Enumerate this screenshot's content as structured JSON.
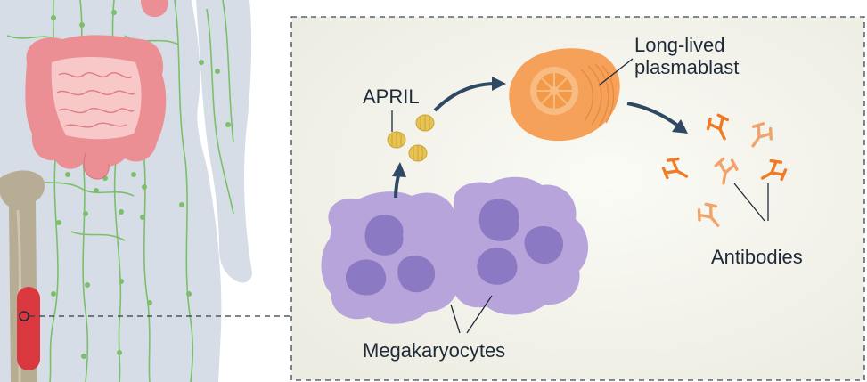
{
  "labels": {
    "april": "APRIL",
    "plasmablast_line1": "Long-lived",
    "plasmablast_line2": "plasmablast",
    "antibodies": "Antibodies",
    "megakaryocytes": "Megakaryocytes"
  },
  "colors": {
    "body_silhouette": "#d6dde6",
    "lymphatics": "#7cbf6a",
    "intestine": "#ec8f95",
    "bone": "#b7ad94",
    "marrow": "#d9383f",
    "inset_background": "#f3f3eb",
    "megakaryocyte": "#b7a4db",
    "megakaryocyte_nucleus": "#8c79c3",
    "april": "#e7c451",
    "plasmablast": "#f6a15a",
    "antibody": "#ef7b27",
    "arrow": "#2f4963"
  },
  "icons": [
    "body-silhouette",
    "lymph-vessels",
    "intestine",
    "femur-bone",
    "bone-marrow",
    "megakaryocyte-cell",
    "april-molecule",
    "plasmablast-cell",
    "antibody-icon",
    "flow-arrow"
  ]
}
